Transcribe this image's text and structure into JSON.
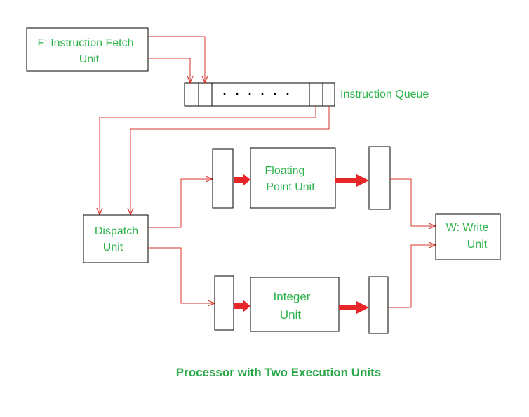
{
  "colors": {
    "label": "#2db34a",
    "title": "#2aa84a",
    "wire": "#d9342b",
    "thick_arrow": "#e8262a",
    "box_stroke": "#000000"
  },
  "boxes": {
    "fetch": {
      "line1": "F: Instruction Fetch",
      "line2": "Unit"
    },
    "dispatch": {
      "line1": "Dispatch",
      "line2": "Unit"
    },
    "fpu": {
      "line1": "Floating",
      "line2": "Point Unit"
    },
    "integer": {
      "line1": "Integer",
      "line2": "Unit"
    },
    "write": {
      "line1": "W: Write",
      "line2": "Unit"
    }
  },
  "queue": {
    "label": "Instruction Queue",
    "dots": ". . . . . ."
  },
  "title": "Processor with Two Execution Units"
}
